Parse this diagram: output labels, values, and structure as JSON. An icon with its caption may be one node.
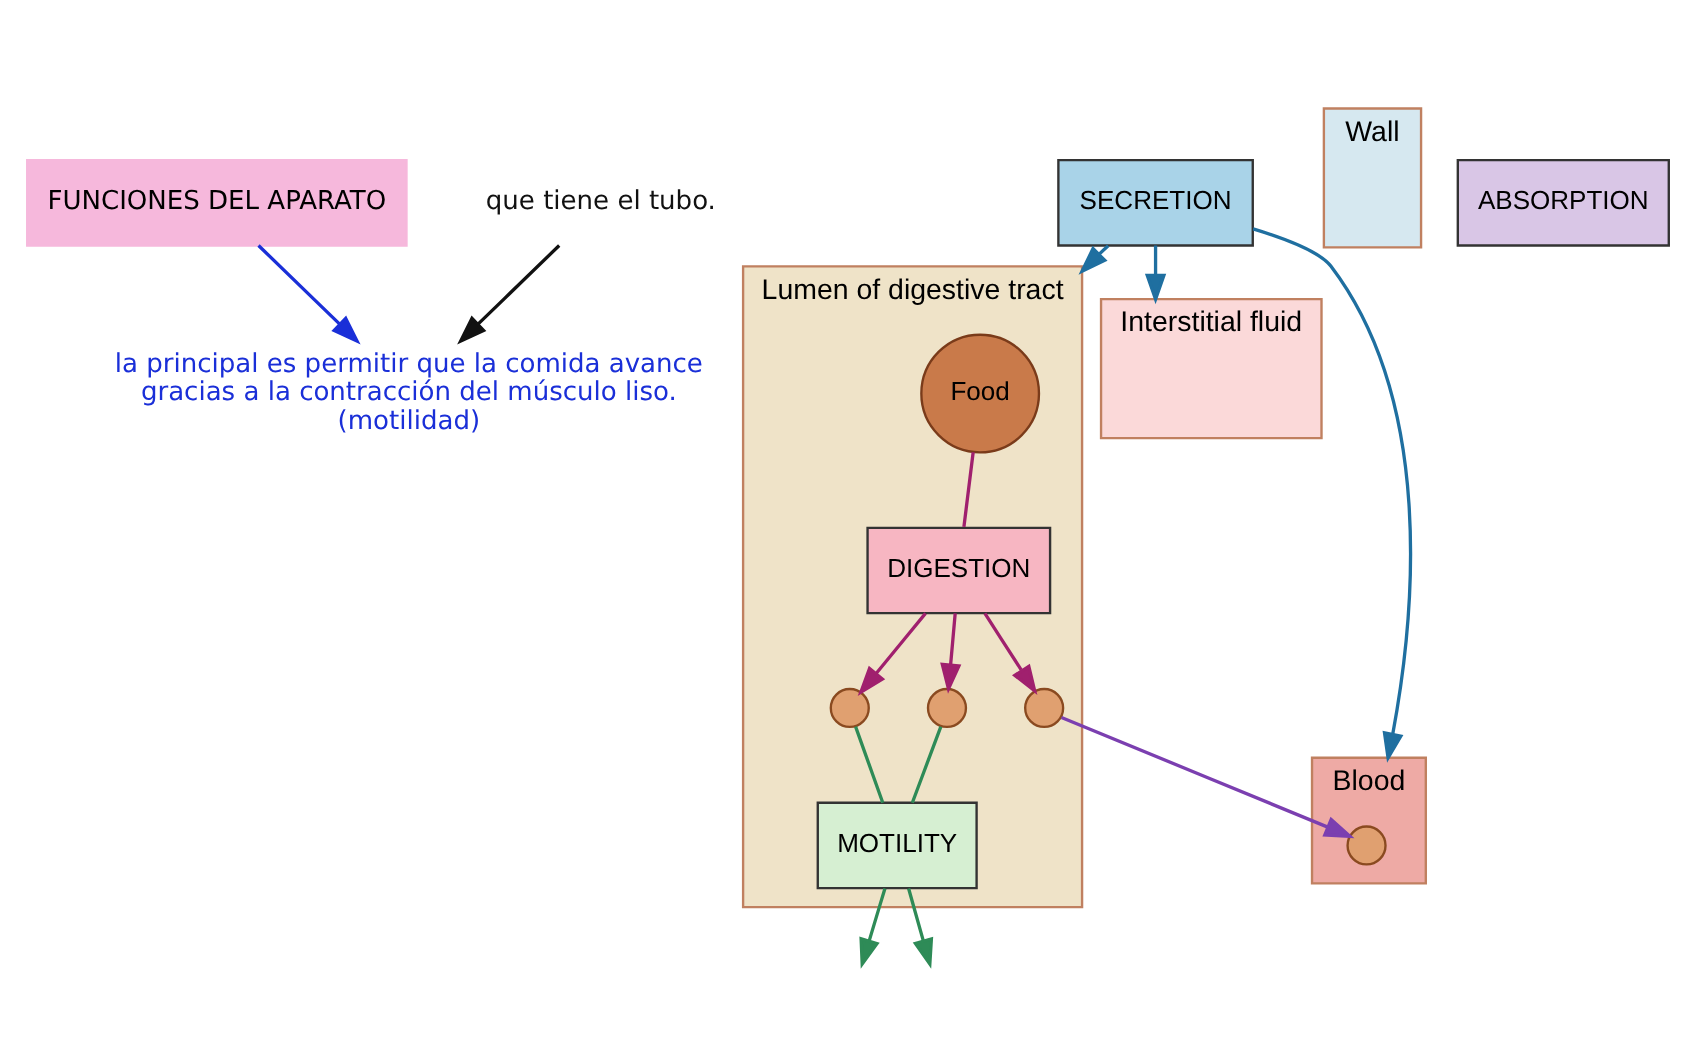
{
  "diagram": {
    "nodes": [
      {
        "text": [
          "FUNCIONES DEL APARATO"
        ]
      },
      {
        "text": [
          "la principal es permitir que la comida avance gracias a la contracción del músculo liso."
        ],
        "beside": [
          "(motilidad)"
        ]
      },
      {
        "text": [
          "que tiene el tubo."
        ]
      },
      {
        "text": [
          "Lumen of digestive tract"
        ]
      },
      {
        "text": [
          "Wall"
        ]
      },
      {
        "text": [
          "Interstitial fluid"
        ]
      },
      {
        "text": [
          "Blood"
        ]
      },
      {
        "text": [
          "Food"
        ],
        "in": 3
      },
      {
        "text": [
          "DIGESTION"
        ],
        "in": 3
      },
      {
        "text": [],
        "shape": "circle",
        "in": 3
      },
      {
        "text": [],
        "shape": "circle",
        "in": 3
      },
      {
        "text": [],
        "shape": "circle",
        "in": 3
      },
      {
        "text": [
          "SECRETION"
        ]
      },
      {
        "text": [
          "ABSORPTION"
        ]
      },
      {
        "text": [
          "MOTILITY"
        ],
        "in": 3
      },
      {
        "text": [],
        "shape": "circle",
        "in": 6
      }
    ],
    "edges": [
      {
        "from": 0,
        "to": 1,
        "arrow": "to",
        "color": "#1a2fd8"
      },
      {
        "from": 2,
        "to": 1,
        "arrow": "to",
        "color": "#111111"
      },
      {
        "from": 7,
        "to": 8,
        "arrow": "none"
      },
      {
        "from": 8,
        "to": 9,
        "arrow": "to"
      },
      {
        "from": 8,
        "to": 10,
        "arrow": "to"
      },
      {
        "from": 8,
        "to": 11,
        "arrow": "to"
      },
      {
        "from": 12,
        "to": 3,
        "arrow": "to",
        "color": "#1f6fa0"
      },
      {
        "from": 12,
        "to": 5,
        "arrow": "to",
        "color": "#1f6fa0"
      },
      {
        "from": 12,
        "to": 6,
        "arrow": "to",
        "color": "#1f6fa0"
      },
      {
        "from": 11,
        "to": 15,
        "arrow": "to",
        "color": "#7b3fb0"
      },
      {
        "from": 9,
        "to": 14,
        "arrow": "none",
        "color": "#2e8b57"
      },
      {
        "from": 10,
        "to": 14,
        "arrow": "none",
        "color": "#2e8b57"
      },
      {
        "from": 14,
        "to": null,
        "arrow": "to",
        "color": "#2e8b57"
      },
      {
        "from": 14,
        "to": null,
        "arrow": "to",
        "color": "#2e8b57"
      }
    ]
  }
}
